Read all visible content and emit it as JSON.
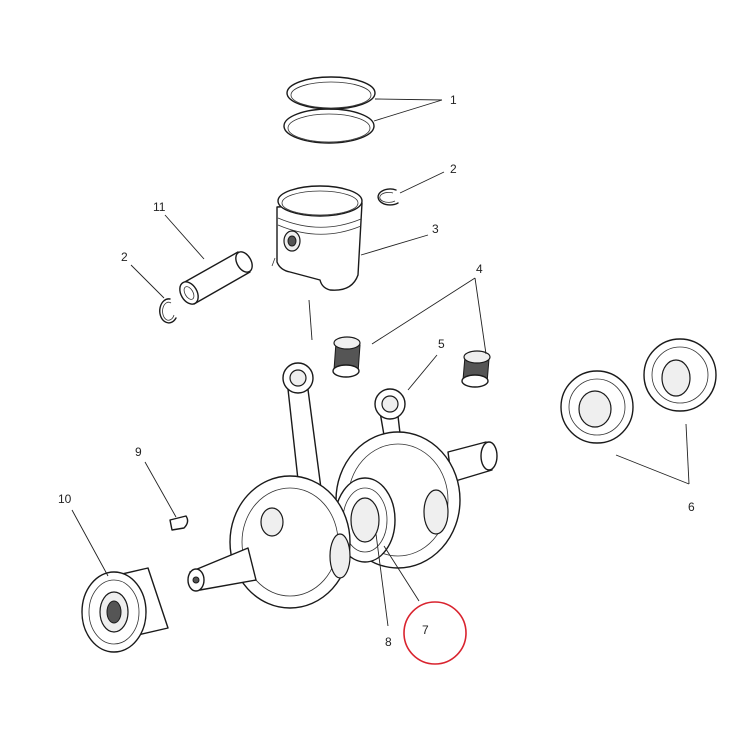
{
  "labels": {
    "p1": "1",
    "p2a": "2",
    "p2b": "2",
    "p3": "3",
    "p4": "4",
    "p5": "5",
    "p6": "6",
    "p7": "7",
    "p8": "8",
    "p9": "9",
    "p10": "10",
    "p11": "11"
  },
  "highlight": {
    "target": "p7",
    "color": "#d9232e"
  }
}
